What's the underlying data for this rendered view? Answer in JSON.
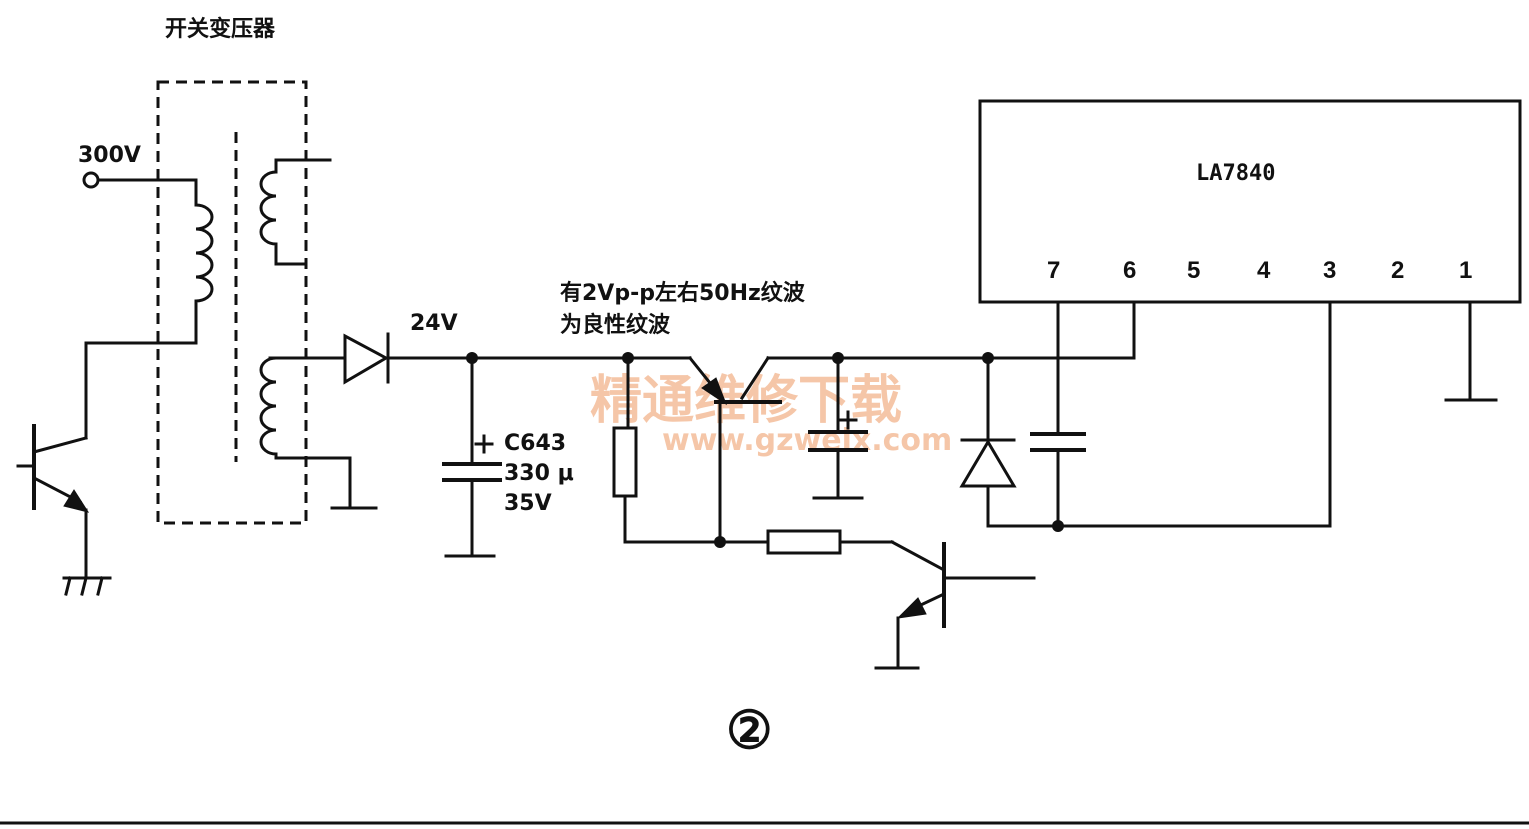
{
  "labels": {
    "transformer": "开关变压器",
    "input_voltage": "300V",
    "rectified_voltage": "24V",
    "ripple_note_line1": "有2Vp-p左右50Hz纹波",
    "ripple_note_line2": "为良性纹波",
    "cap_name": "C643",
    "cap_value": "330 μ",
    "cap_voltage": "35V",
    "ic_name": "LA7840",
    "figure_marker": "②"
  },
  "ic_pins": [
    "7",
    "6",
    "5",
    "4",
    "3",
    "2",
    "1"
  ],
  "watermark": {
    "line1": "精通维修下载",
    "line2": "www.gzweix.com",
    "color": "#f2b48c"
  }
}
